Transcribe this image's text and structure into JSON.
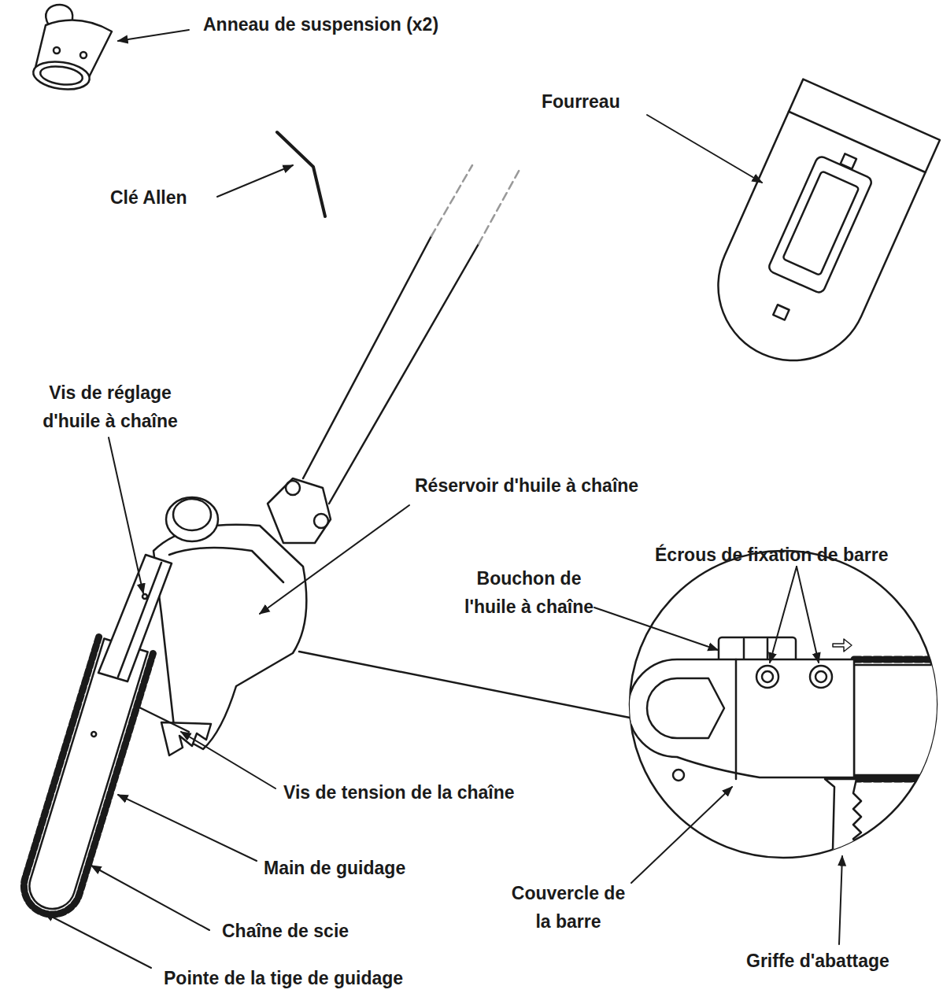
{
  "diagram": {
    "labels": [
      "Anneau de suspension (x2)",
      "Fourreau",
      "Clé Allen",
      "Vis de réglage d'huile à chaîne",
      "Réservoir d'huile à chaîne",
      "Écrous de fixation de barre",
      "Bouchon de l'huile à chaîne",
      "Vis de tension de la chaîne",
      "Main de guidage",
      "Couvercle de la barre",
      "Chaîne de scie",
      "Griffe d'abattage",
      "Pointe de la tige de guidage"
    ]
  }
}
